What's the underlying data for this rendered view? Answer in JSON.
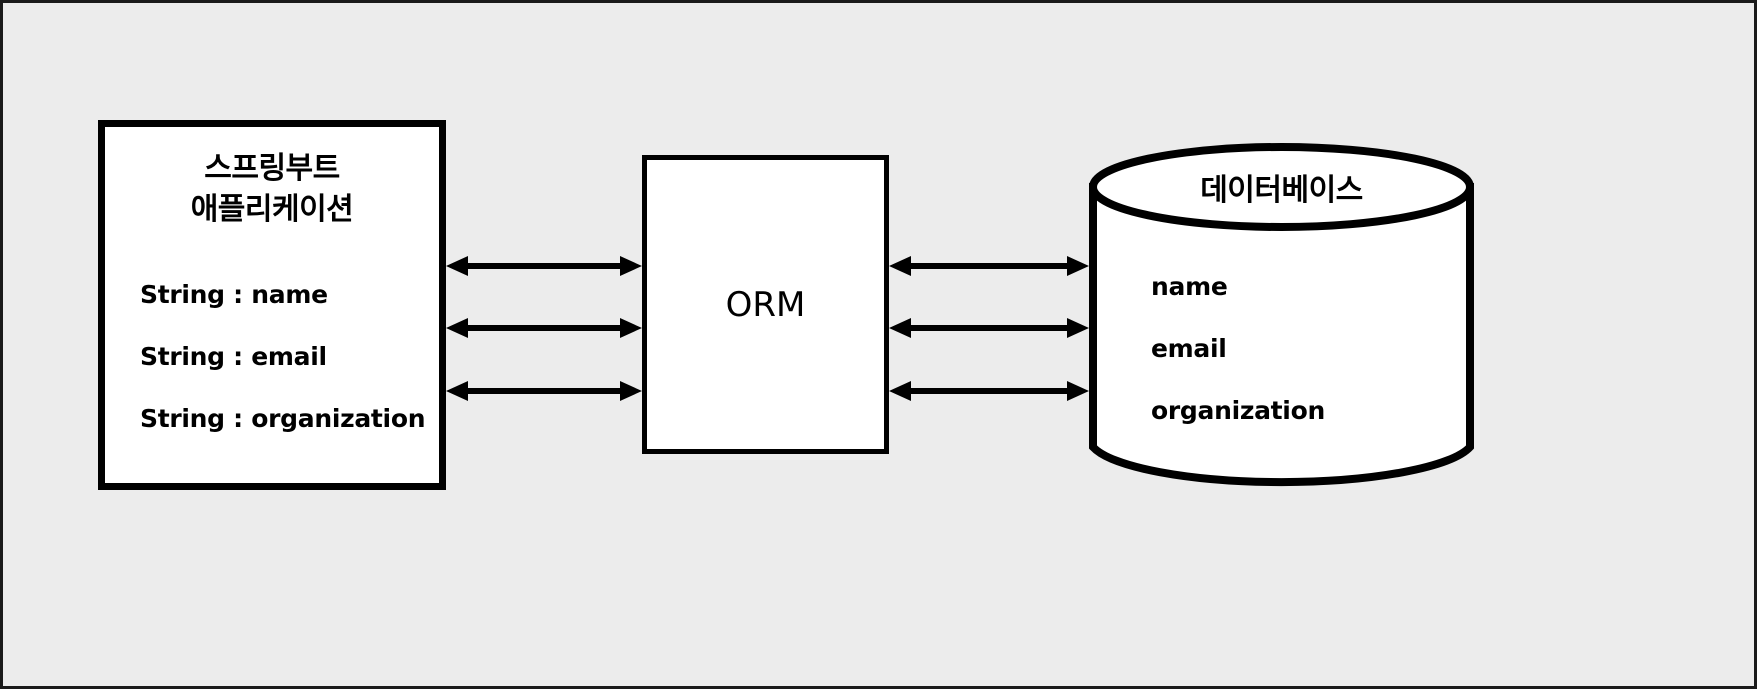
{
  "diagram": {
    "background_color": "#ececec",
    "stroke_color": "#000000",
    "node_fill": "#ffffff",
    "app": {
      "title": "스프링부트\n애플리케이션",
      "fields": [
        "String : name",
        "String : email",
        "String : organization"
      ]
    },
    "middle": {
      "label": "ORM"
    },
    "database": {
      "title": "데이터베이스",
      "fields": [
        "name",
        "email",
        "organization"
      ]
    },
    "connectors": [
      {
        "id": "app-orm-name",
        "style": "double-arrow"
      },
      {
        "id": "app-orm-email",
        "style": "double-arrow"
      },
      {
        "id": "app-orm-organization",
        "style": "double-arrow"
      },
      {
        "id": "orm-db-name",
        "style": "double-arrow"
      },
      {
        "id": "orm-db-email",
        "style": "double-arrow"
      },
      {
        "id": "orm-db-organization",
        "style": "double-arrow"
      }
    ]
  }
}
